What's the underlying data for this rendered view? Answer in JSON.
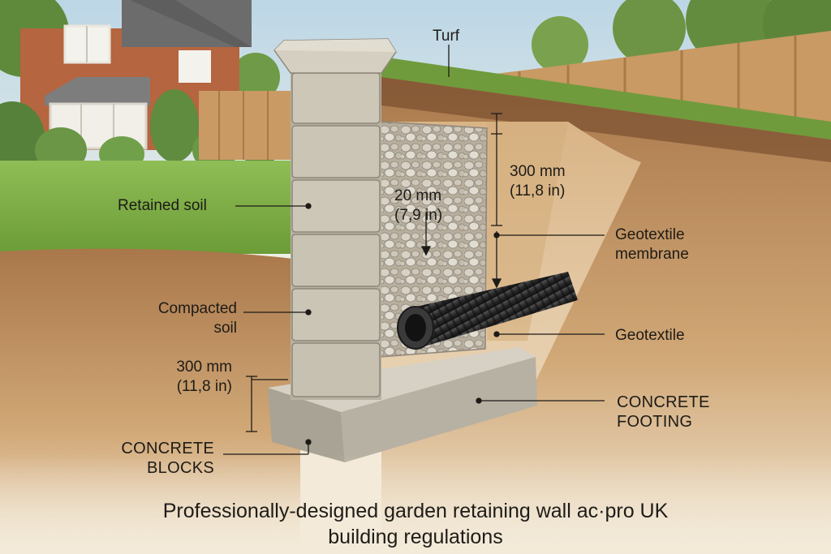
{
  "labels": {
    "turf": "Turf",
    "retained_soil": "Retained soil",
    "compacted_soil": [
      "Compacted",
      "soil"
    ],
    "gravel_size": [
      "20 mm",
      "(7,9 in)"
    ],
    "fill_depth": [
      "300 mm",
      "(11,8 in)"
    ],
    "footing_depth": [
      "300 mm",
      "(11,8 in)"
    ],
    "geotextile_membrane": [
      "Geotextile",
      "membrane"
    ],
    "geotextile": "Geotextile",
    "concrete_footing": [
      "CONCRETE",
      "FOOTING"
    ],
    "concrete_blocks": [
      "CONCRETE",
      "BLOCKS"
    ]
  },
  "caption": [
    "Professionally-designed garden retaining wall ac·pro UK",
    "building regulations"
  ],
  "colors": {
    "sky": "#cfe0ea",
    "lawn": "#7fae45",
    "soil": "#b98a55",
    "soil_dark": "#8a5a32",
    "block": "#c9c3b4",
    "footing": "#bdb7a8",
    "pipe": "#2f2f2f",
    "fence": "#c99a63",
    "brick": "#b5653f"
  }
}
